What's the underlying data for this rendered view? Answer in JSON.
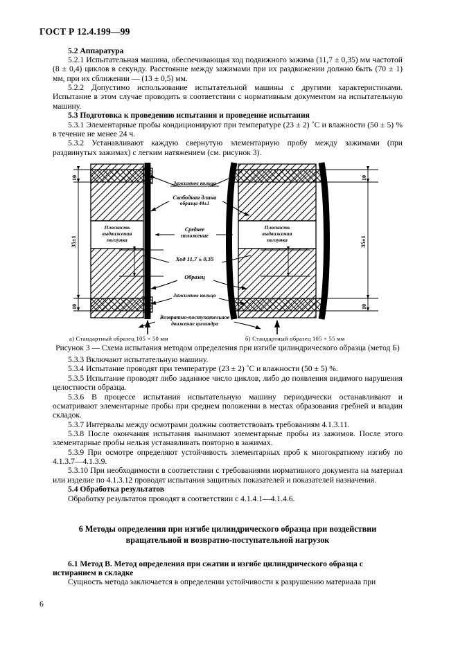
{
  "header": {
    "standard": "ГОСТ Р 12.4.199—99"
  },
  "page_number": "6",
  "body": {
    "h_5_2": "5.2  Аппаратура",
    "p_5_2_1": "5.2.1  Испытательная машина, обеспечивающая ход подвижного зажима (11,7 ± 0,35) мм частотой (8 ± 0,4) циклов в секунду. Расстояние между зажимами при их раздвижении должно быть (70 ± 1) мм, при их сближении — (13 ± 0,5) мм.",
    "p_5_2_2": "5.2.2  Допустимо использование испытательной машины с другими характеристиками. Испытание в этом случае проводить в соответствии с нормативным документом на испытательную машину.",
    "h_5_3": "5.3  Подготовка к проведению испытания и проведение испытания",
    "p_5_3_1": "5.3.1  Элементарные пробы кондиционируют при температуре (23 ± 2) ˚С и влажности (50 ± 5) % в течение не менее 24 ч.",
    "p_5_3_2": "5.3.2  Устанавливают каждую свернутую элементарную пробу между зажимами (при раздвинутых зажимах) с легким натяжением (см. рисунок 3).",
    "p_5_3_3": "5.3.3  Включают испытательную машину.",
    "p_5_3_4": "5.3.4  Испытание проводят при температуре (23 ± 2) ˚С и влажности (50 ± 5) %.",
    "p_5_3_5": "5.3.5  Испытание проводят либо заданное число циклов, либо до появления видимого нарушения целостности образца.",
    "p_5_3_6": "5.3.6  В процессе испытания испытательную машину периодически останавливают и осматривают элементарные пробы при среднем положении в местах образования гребней и впадин складок.",
    "p_5_3_7": "5.3.7  Интервалы между осмотрами должны соответствовать требованиям 4.1.3.11.",
    "p_5_3_8": "5.3.8  После окончания испытания вынимают элементарные пробы из зажимов. После этого элементарные пробы нельзя устанавливать повторно в зажимах.",
    "p_5_3_9": "5.3.9  При осмотре определяют устойчивость элементарных проб к многократному изгибу по 4.1.3.7—4.1.3.9.",
    "p_5_3_10": "5.3.10  При необходимости в соответствии с требованиями нормативного документа на материал или изделие по 4.1.3.12 проводят испытания защитных показателей и показателей назначения.",
    "h_5_4": "5.4  Обработка результатов",
    "p_5_4": "Обработку результатов проводят в соответствии с 4.1.4.1—4.1.4.6.",
    "h_6_line1": "6  Методы определения при изгибе цилиндрического образца при воздействии",
    "h_6_line2": "вращательной и возвратно-поступательной нагрузок",
    "h_6_1": "6.1  Метод В. Метод определения при сжатии и изгибе цилиндрического образца с истиранием в складке",
    "p_6_1": "Сущность метода заключается в определении устойчивости к разрушению материала при"
  },
  "figure": {
    "caption_a": "а)  Стандартный образец 105 × 50 мм",
    "caption_b": "б)  Стандартный образец 105 × 55 мм",
    "caption_main": "Рисунок 3 — Схема испытания методом определения при изгибе цилиндрического образца (метод Б)",
    "labels": {
      "clamp_ring_top": "Зажимное кольцо",
      "free_length_1": "Свободная длина",
      "free_length_2": "образца 44±1",
      "middle_position": "Среднее",
      "middle_position_2": "положение",
      "stroke": "Ход 11,7 ± 0,35",
      "specimen": "Образец",
      "clamp_ring_bottom": "Зажимное кольцо",
      "recip_1": "Возвратно-поступательное",
      "recip_2": "движение цилиндра",
      "slider_plane_left_1": "Плоскость",
      "slider_plane_left_2": "выдвижения",
      "slider_plane_left_3": "ползунка",
      "slider_plane_right_1": "Плоскость",
      "slider_plane_right_2": "выдвижения",
      "slider_plane_right_3": "ползунка"
    },
    "dimensions": {
      "top_left": "10",
      "mid_left": "35±1",
      "bottom_left": "10",
      "top_right": "10",
      "mid_right": "35±1",
      "bottom_right": "10"
    }
  }
}
